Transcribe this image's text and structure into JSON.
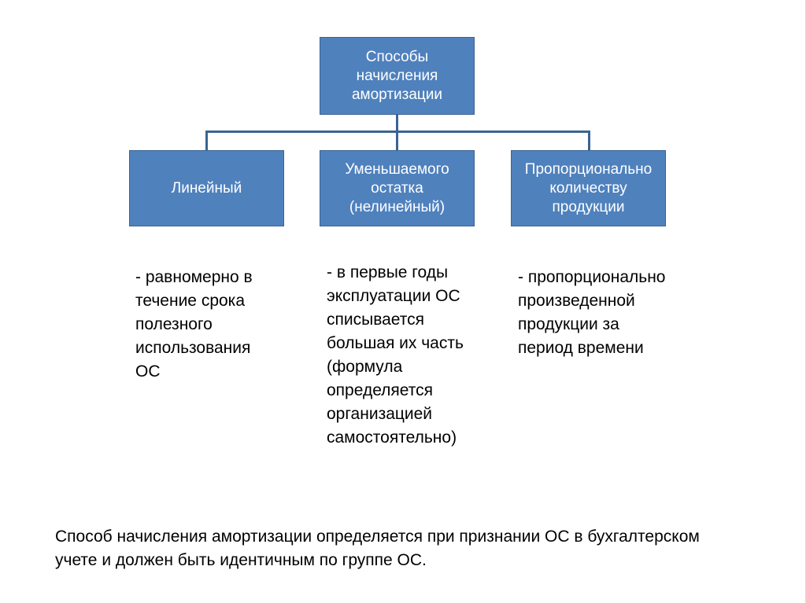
{
  "diagram": {
    "root": {
      "label": "Способы\nначисления\nамортизации"
    },
    "children": [
      {
        "label": "Линейный",
        "description": "- равномерно в\nтечение срока\nполезного\nиспользования\nОС"
      },
      {
        "label": "Уменьшаемого\nостатка\n(нелинейный)",
        "description": "- в первые годы\nэксплуатации ОС\nсписывается\nбольшая их часть\n(формула\nопределяется\nорганизацией\nсамостоятельно)"
      },
      {
        "label": "Пропорционально\nколичеству\nпродукции",
        "description": "- пропорционально\nпроизведенной\nпродукции за\nпериод времени"
      }
    ]
  },
  "footer": {
    "text": "Способ начисления амортизации определяется при признании ОС в бухгалтерском\nучете и должен быть идентичным по группе ОС."
  },
  "colors": {
    "box_fill": "#4f81bd",
    "box_border": "#3a6494",
    "connector": "#3a6494",
    "box_text": "#ffffff",
    "body_text": "#000000"
  }
}
